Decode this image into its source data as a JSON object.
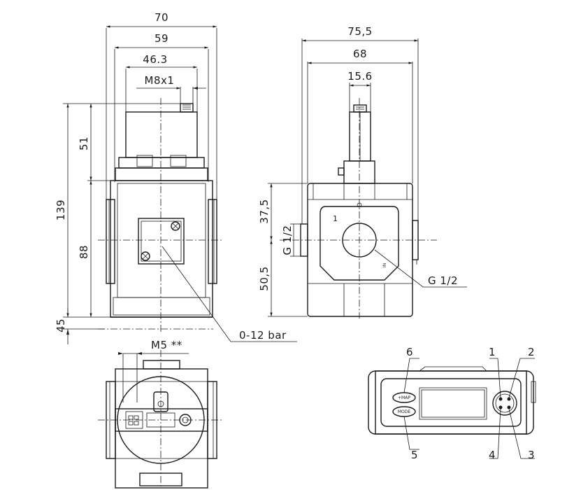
{
  "front_view": {
    "dim_width_overall": "70",
    "dim_width_body": "59",
    "dim_width_inner": "46.3",
    "dim_thread_top": "M8x1",
    "dim_height_total": "139",
    "dim_height_top": "51",
    "dim_height_body": "88",
    "dim_bottom_offset": "45",
    "callout_gauge": "0-12 bar"
  },
  "side_view": {
    "dim_width_overall": "75,5",
    "dim_width_body": "68",
    "dim_stem_width": "15.6",
    "dim_upper_height": "37,5",
    "dim_lower_height": "50,5",
    "port_left": "G 1/2",
    "port_callout": "G 1/2",
    "port_number": "1",
    "marking": "IN"
  },
  "bottom_view": {
    "dim_thread": "M5 **"
  },
  "connector_view": {
    "pin_labels": [
      "1",
      "2",
      "3",
      "4",
      "5",
      "6"
    ],
    "button_top": "+MAP",
    "button_bottom": "MODE"
  }
}
